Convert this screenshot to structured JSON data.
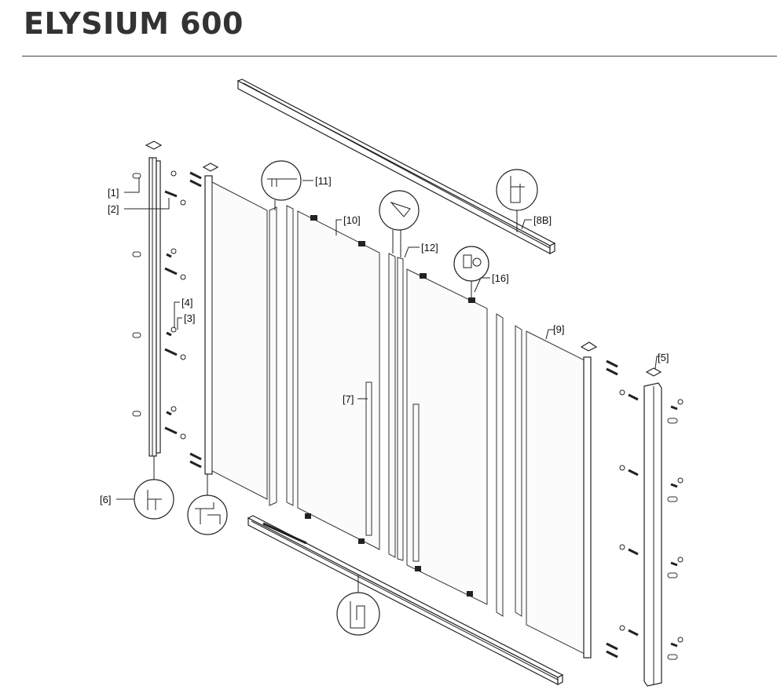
{
  "title": "ELYSIUM 600",
  "labels": {
    "p1": "[1]",
    "p2": "[2]",
    "p3": "[3]",
    "p4": "[4]",
    "p5": "[5]",
    "p6": "[6]",
    "p7": "[7]",
    "p8b": "[8B]",
    "p9": "[9]",
    "p10": "[10]",
    "p11": "[11]",
    "p12": "[12]",
    "p16": "[16]"
  }
}
